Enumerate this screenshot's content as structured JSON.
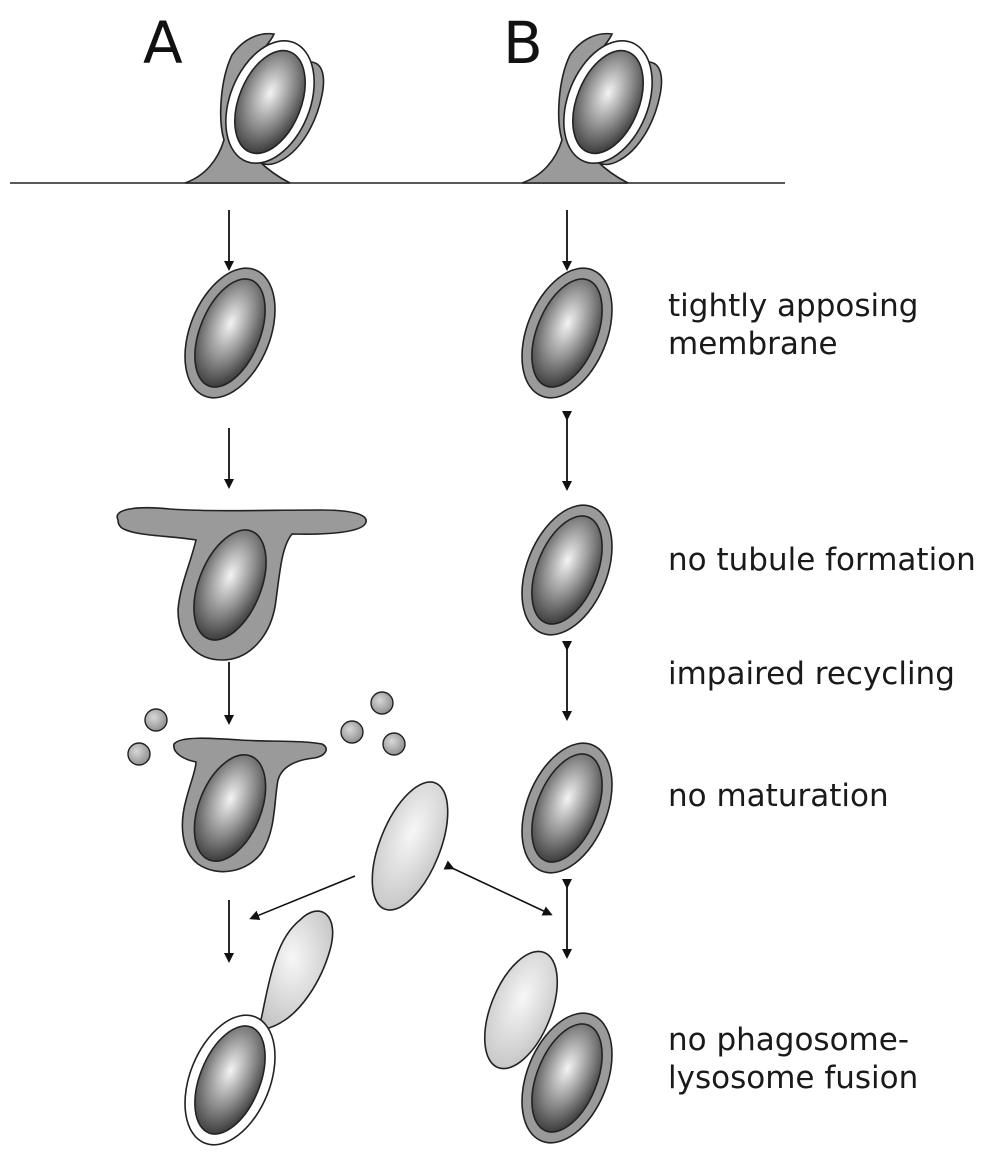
{
  "columns": [
    {
      "id": "A",
      "label": "A"
    },
    {
      "id": "B",
      "label": "B"
    }
  ],
  "annotations": [
    {
      "id": "tightly-apposing",
      "lines": [
        "tightly apposing",
        "membrane"
      ]
    },
    {
      "id": "no-tubule",
      "lines": [
        "no tubule formation"
      ]
    },
    {
      "id": "impaired-recycling",
      "lines": [
        "impaired recycling"
      ]
    },
    {
      "id": "no-maturation",
      "lines": [
        "no maturation"
      ]
    },
    {
      "id": "no-fusion",
      "lines": [
        "no phagosome-",
        "lysosome fusion"
      ]
    }
  ],
  "colors": {
    "membrane_fill": "#9a9a9a",
    "membrane_stroke": "#222222",
    "bacterium_dark": "#3a3a3a",
    "bacterium_light": "#f2f2f2",
    "lysosome_fill": "#dcdcdc",
    "vesicle_fill": "#b5b5b5",
    "line": "#111111"
  }
}
